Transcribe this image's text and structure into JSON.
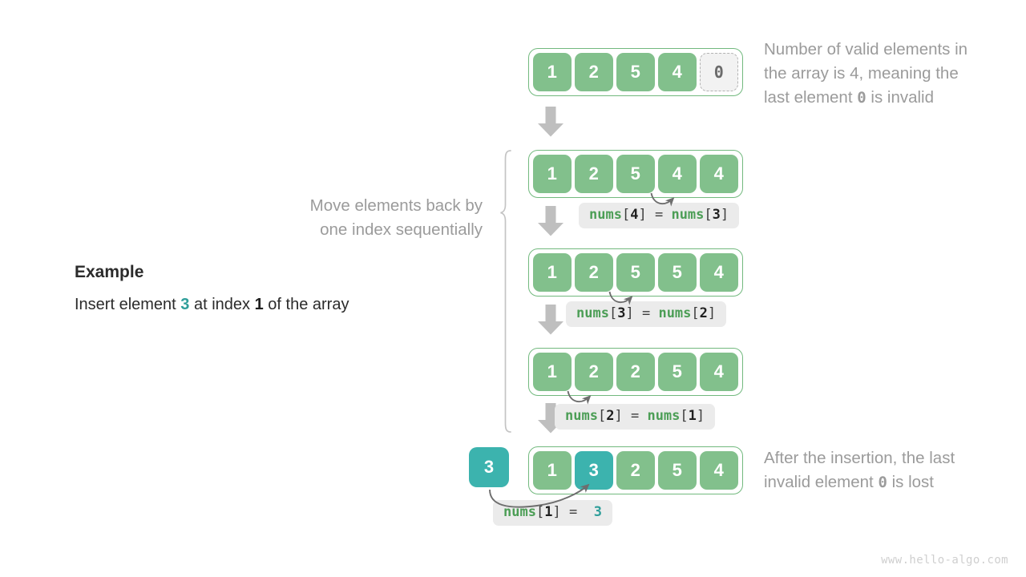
{
  "page": {
    "watermark": "www.hello-algo.com"
  },
  "example": {
    "title": "Example",
    "line_prefix": "Insert element ",
    "insert_value": "3",
    "line_middle": " at index ",
    "insert_index": "1",
    "line_suffix": " of the array"
  },
  "notes": {
    "top_right": {
      "l1": "Number of valid elements in",
      "l2": "the array is 4, meaning the",
      "l3_pre": "last element ",
      "l3_val": "0",
      "l3_post": " is invalid"
    },
    "left_brace": {
      "l1": "Move elements back by",
      "l2": "one index sequentially"
    },
    "bottom_right": {
      "l1": "After the insertion, the last",
      "l2_pre": "invalid element ",
      "l2_val": "0",
      "l2_post": " is lost"
    }
  },
  "loose_element": {
    "value": "3"
  },
  "arrays": [
    {
      "id": "array-initial",
      "cells": [
        {
          "value": "1",
          "style": "green"
        },
        {
          "value": "2",
          "style": "green"
        },
        {
          "value": "5",
          "style": "green"
        },
        {
          "value": "4",
          "style": "green"
        },
        {
          "value": "0",
          "style": "invalid"
        }
      ]
    },
    {
      "id": "array-step-1",
      "cells": [
        {
          "value": "1",
          "style": "green"
        },
        {
          "value": "2",
          "style": "green"
        },
        {
          "value": "5",
          "style": "green"
        },
        {
          "value": "4",
          "style": "green"
        },
        {
          "value": "4",
          "style": "green"
        }
      ]
    },
    {
      "id": "array-step-2",
      "cells": [
        {
          "value": "1",
          "style": "green"
        },
        {
          "value": "2",
          "style": "green"
        },
        {
          "value": "5",
          "style": "green"
        },
        {
          "value": "5",
          "style": "green"
        },
        {
          "value": "4",
          "style": "green"
        }
      ]
    },
    {
      "id": "array-step-3",
      "cells": [
        {
          "value": "1",
          "style": "green"
        },
        {
          "value": "2",
          "style": "green"
        },
        {
          "value": "2",
          "style": "green"
        },
        {
          "value": "5",
          "style": "green"
        },
        {
          "value": "4",
          "style": "green"
        }
      ]
    },
    {
      "id": "array-final",
      "cells": [
        {
          "value": "1",
          "style": "green"
        },
        {
          "value": "3",
          "style": "teal"
        },
        {
          "value": "2",
          "style": "green"
        },
        {
          "value": "5",
          "style": "green"
        },
        {
          "value": "4",
          "style": "green"
        }
      ]
    }
  ],
  "code_labels": [
    {
      "id": "code-step-1",
      "lhs_name": "nums",
      "lhs_index": "4",
      "op": "=",
      "rhs_name": "nums",
      "rhs_index": "3",
      "rhs_is_literal": false
    },
    {
      "id": "code-step-2",
      "lhs_name": "nums",
      "lhs_index": "3",
      "op": "=",
      "rhs_name": "nums",
      "rhs_index": "2",
      "rhs_is_literal": false
    },
    {
      "id": "code-step-3",
      "lhs_name": "nums",
      "lhs_index": "2",
      "op": "=",
      "rhs_name": "nums",
      "rhs_index": "1",
      "rhs_is_literal": false
    },
    {
      "id": "code-final",
      "lhs_name": "nums",
      "lhs_index": "1",
      "op": "=",
      "rhs_literal": "3",
      "rhs_is_literal": true
    }
  ],
  "colors": {
    "green_cell": "#82c08c",
    "green_border": "#72b97e",
    "teal_cell": "#3cb3ae",
    "invalid_fill": "#f2f2f2",
    "invalid_border": "#b3b3b3",
    "arrow_gray": "#bfbfbf",
    "chip_bg": "#ebebeb",
    "note_gray": "#9b9b9b",
    "code_green": "#4c9e56",
    "code_teal": "#2f9e9a"
  }
}
